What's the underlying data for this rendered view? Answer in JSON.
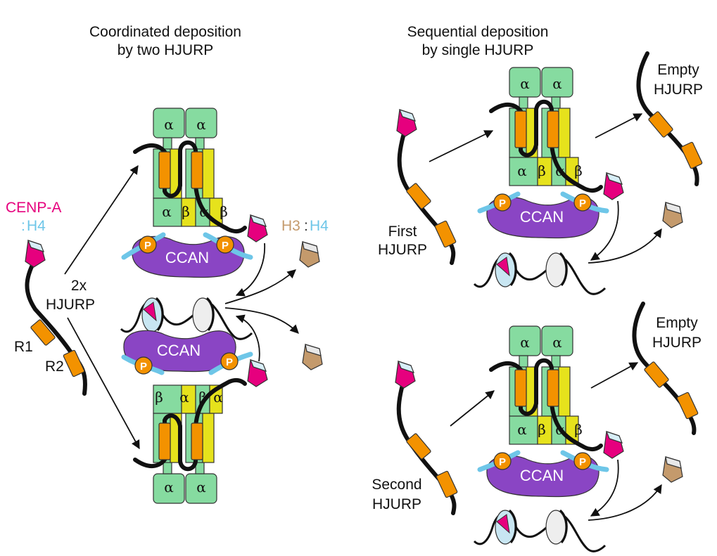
{
  "titles": {
    "left_line1": "Coordinated deposition",
    "left_line2": "by two HJURP",
    "right_line1": "Sequential deposition",
    "right_line2": "by single HJURP"
  },
  "labels": {
    "cenp_a": "CENP-A",
    "h4_colon": ":",
    "h4": "H4",
    "h3": "H3",
    "h3_colon": ":",
    "h3_h4": "H4",
    "two_x": "2x",
    "hjurp": "HJURP",
    "r1": "R1",
    "r2": "R2",
    "first": "First",
    "second": "Second",
    "empty": "Empty",
    "ccan": "CCAN",
    "p": "P",
    "alpha": "α",
    "beta": "β"
  },
  "colors": {
    "cenp_a": "#e6007e",
    "h4": "#6ec6e8",
    "h3": "#c49a6c",
    "ccan": "#8a45c4",
    "alpha_block": "#86dba0",
    "beta_block": "#e6e21c",
    "hjurp_domain": "#f39200",
    "phospho": "#f39200",
    "dna": "#111111"
  }
}
